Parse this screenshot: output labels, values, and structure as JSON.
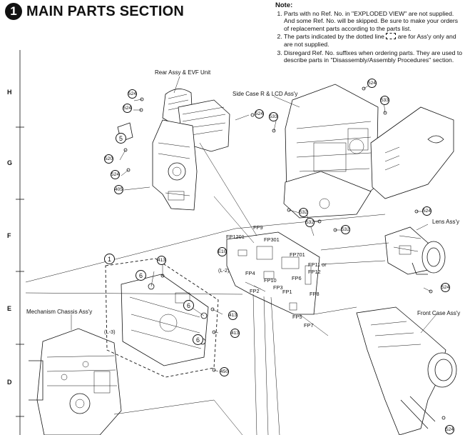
{
  "section": {
    "number": "1",
    "title": "MAIN PARTS SECTION"
  },
  "note": {
    "heading": "Note:",
    "item1": "Parts with no Ref. No. in \"EXPLODED VIEW\" are not supplied. And some Ref. No. will be skipped. Be sure to make your orders of replacement parts according to the parts list.",
    "item2a": "The parts indicated by the dotted line",
    "item2b": "are for Ass'y only and are not supplied.",
    "item3": "Disregard Ref. No. suffixes when ordering parts. They are used to describe parts in \"Disassembly/Assembly Procedures\" section."
  },
  "grid_rows": [
    "H",
    "G",
    "F",
    "E",
    "D"
  ],
  "assembly_labels": {
    "rear": "Rear Assy & EVF Unit",
    "side": "Side Case R & LCD Ass'y",
    "lens": "Lens Ass'y",
    "front": "Front Case Ass'y",
    "mech": "Mechanism Chassis Ass'y"
  },
  "connectors": {
    "fp9": "FP9",
    "fp1201": "FP1201",
    "fp301": "FP301",
    "fp701": "FP701",
    "fp4": "FP4",
    "fp10": "FP10",
    "fp11": "FP11 or",
    "fp12": "FP12",
    "fp6": "FP6",
    "fp2": "FP2",
    "fp3": "FP3",
    "fp1": "FP1",
    "fp8": "FP8",
    "fp5": "FP5",
    "fp7": "FP7"
  },
  "side_labels": {
    "l2": "(L-2)",
    "l3": "(L-3)"
  },
  "refs": {
    "r524a": "524",
    "r524b": "524",
    "r524c": "524",
    "r520": "520",
    "r524d": "524",
    "r405": "405",
    "r5": "5",
    "r524e": "524",
    "r533a": "533",
    "r533b": "533",
    "r532a": "532",
    "r532b": "532",
    "r532c": "532",
    "r524f": "524",
    "r524g": "524",
    "r524h": "524",
    "re10": "E10",
    "r413a": "413",
    "r413b": "413",
    "r413c": "413",
    "r450": "450",
    "r1": "1",
    "r6a": "6",
    "r6b": "6",
    "r6c": "6"
  }
}
